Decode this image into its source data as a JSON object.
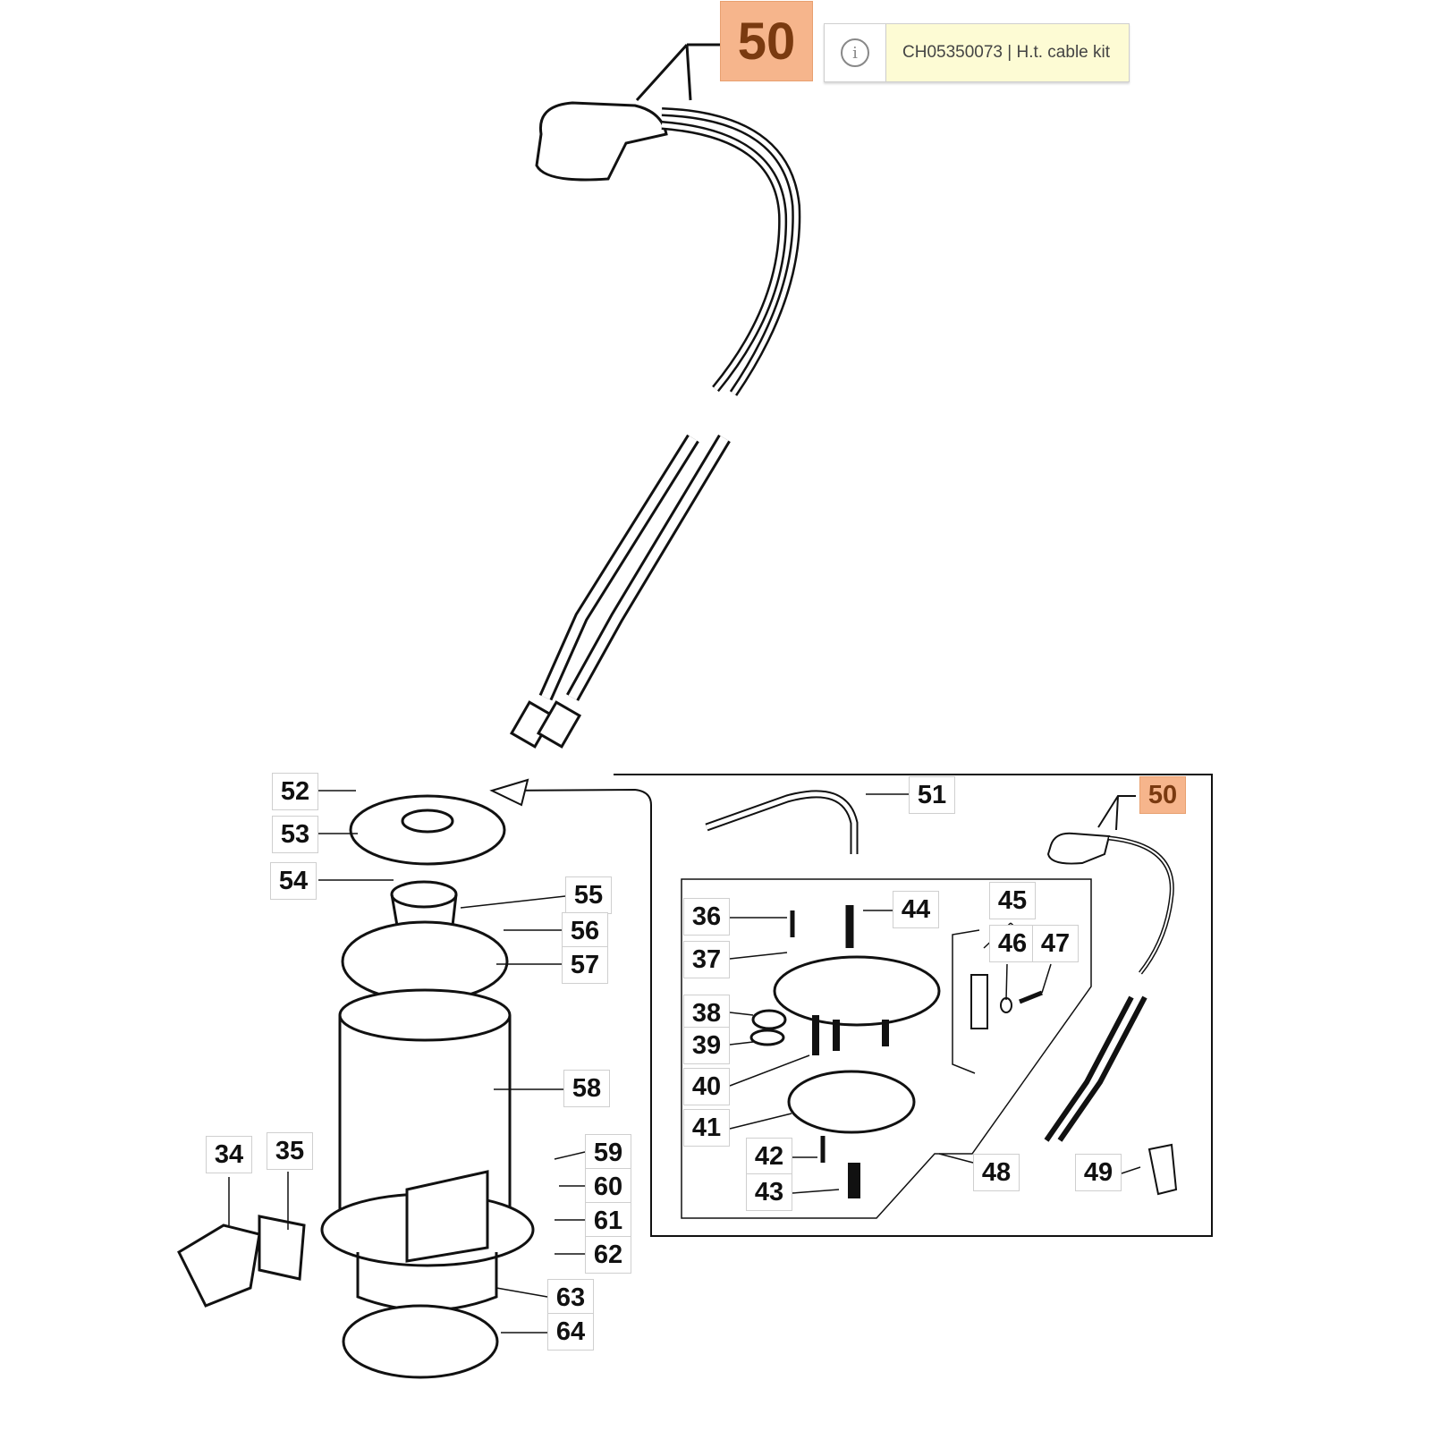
{
  "highlighted_part": {
    "number": "50",
    "highlight_color": "#f6b58c"
  },
  "tooltip": {
    "icon": "info-icon",
    "text": "CH05350073 | H.t. cable kit"
  },
  "callouts": [
    "52",
    "53",
    "54",
    "55",
    "56",
    "57",
    "58",
    "59",
    "60",
    "61",
    "62",
    "63",
    "64",
    "34",
    "35",
    "51",
    "50",
    "36",
    "37",
    "38",
    "39",
    "40",
    "41",
    "42",
    "43",
    "44",
    "45",
    "46",
    "47",
    "48",
    "49"
  ]
}
